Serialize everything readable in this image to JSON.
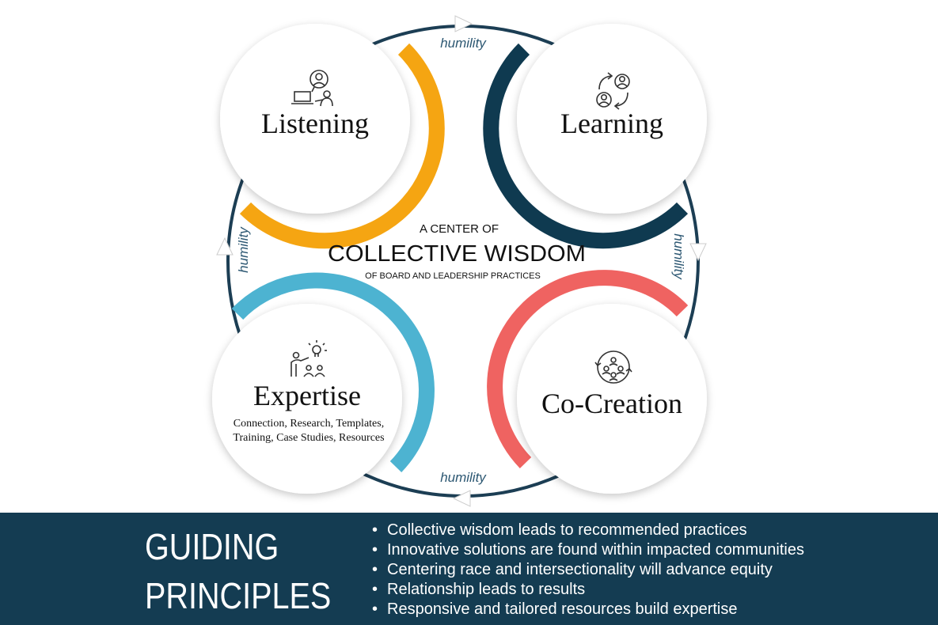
{
  "center": {
    "top_line": "A CENTER OF",
    "main_line": "COLLECTIVE WISDOM",
    "sub_line": "OF BOARD AND LEADERSHIP PRACTICES"
  },
  "cycle_label": "humility",
  "nodes": {
    "listening": {
      "title": "Listening",
      "icon": "person-at-laptop-speech-icon",
      "arc_color": "#f5a512"
    },
    "learning": {
      "title": "Learning",
      "icon": "people-exchange-icon",
      "arc_color": "#0f3a50"
    },
    "expertise": {
      "title": "Expertise",
      "subtitle_line1": "Connection, Research, Templates,",
      "subtitle_line2": "Training, Case Studies, Resources",
      "icon": "presenter-idea-icon",
      "arc_color": "#4db3d1"
    },
    "co_creation": {
      "title": "Co-Creation",
      "icon": "group-cycle-icon",
      "arc_color": "#ef6361"
    }
  },
  "guiding": {
    "title_line1": "GUIDING",
    "title_line2": "PRINCIPLES",
    "bullet": "•",
    "items": [
      "Collective wisdom leads to recommended practices",
      "Innovative solutions are found within impacted communities",
      "Centering race and intersectionality will advance equity",
      "Relationship leads to results",
      "Responsive and tailored resources build expertise"
    ]
  },
  "colors": {
    "ring": "#1c3e54",
    "footer_bg": "#143c52",
    "humility_text": "#2c5772"
  }
}
